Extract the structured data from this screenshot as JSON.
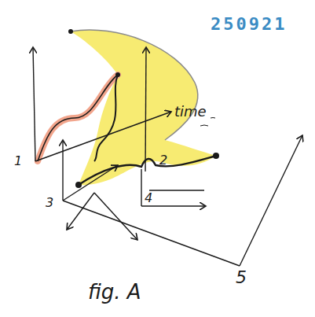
{
  "diagram": {
    "caption": "fig. A",
    "labels": [
      "250921",
      "time",
      "1",
      "2",
      "3",
      "4",
      "5"
    ]
  }
}
